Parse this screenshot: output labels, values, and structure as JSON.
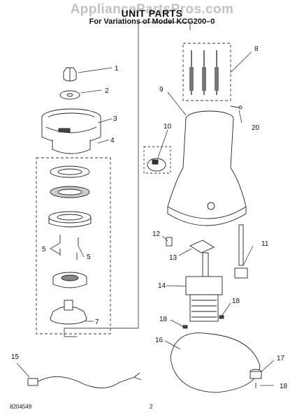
{
  "watermark": "AppliancePartsPros.com",
  "title": "UNIT PARTS",
  "subtitle": "For Variations of Model KCG200–0",
  "callouts": [
    "1",
    "2",
    "3",
    "4",
    "5",
    "5",
    "7",
    "8",
    "9",
    "10",
    "11",
    "12",
    "13",
    "14",
    "15",
    "16",
    "17",
    "18",
    "18",
    "18",
    "20"
  ],
  "footer": {
    "doc_number": "8204549",
    "page_number": "2"
  }
}
